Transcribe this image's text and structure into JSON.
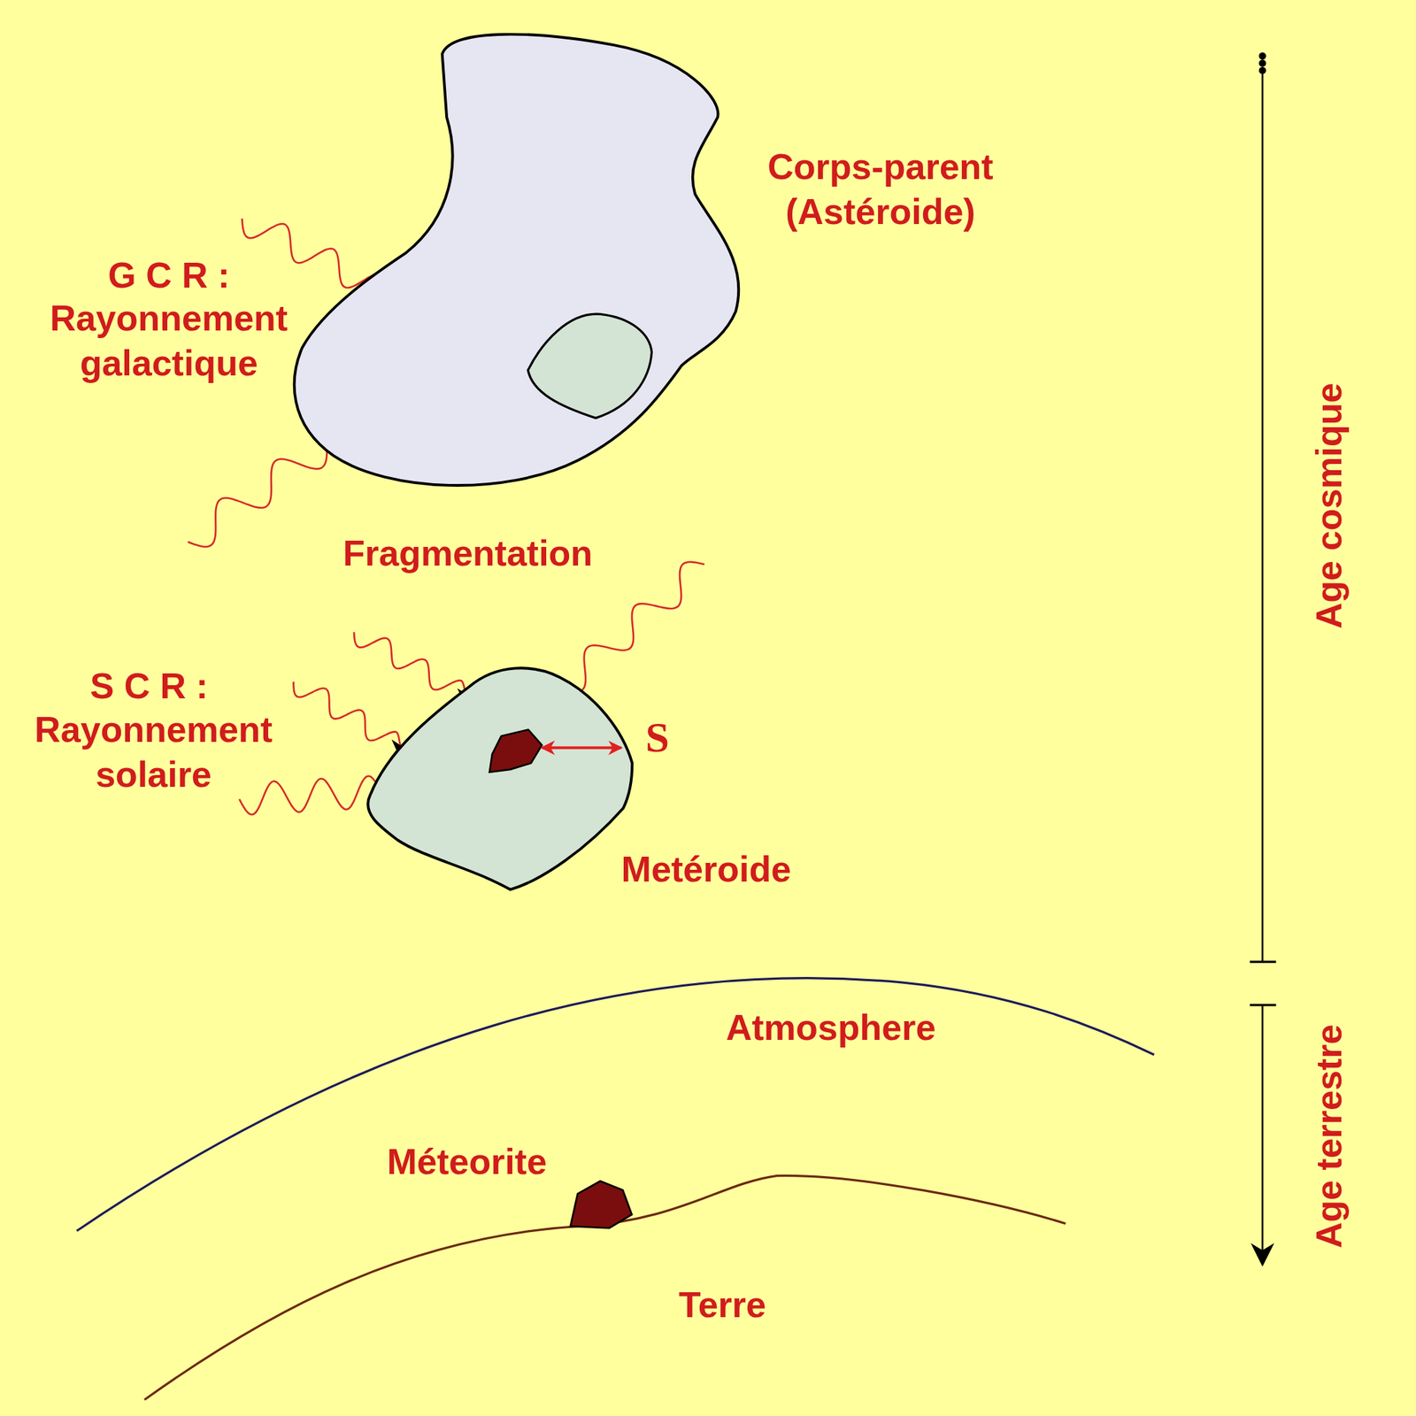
{
  "diagram": {
    "nodes": [
      {
        "text": [
          "Corps-parent (Astéroide)"
        ]
      },
      {
        "text": [
          "Metéroide"
        ]
      },
      {
        "text": [
          "Méteorite"
        ]
      }
    ],
    "labels": [
      "G C R :",
      "Rayonnement galactique",
      "Fragmentation",
      "S C R :",
      "Rayonnement solaire",
      "S",
      "Atmosphere",
      "Terre",
      "Age cosmique",
      "Age terrestre"
    ]
  }
}
